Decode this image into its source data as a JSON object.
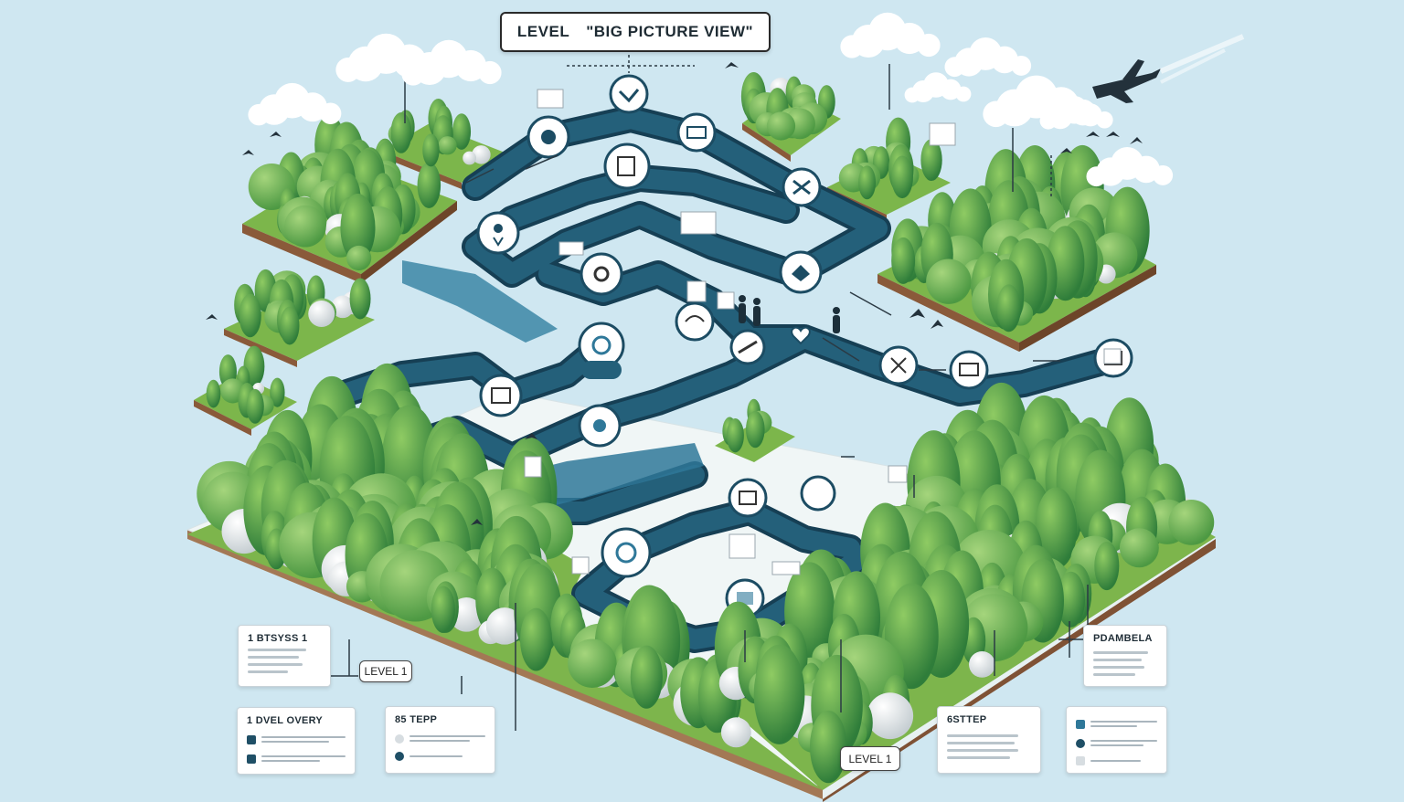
{
  "title": {
    "label_a": "LEVEL",
    "label_b": "\"BIG PICTURE VIEW\""
  },
  "level_badges": [
    {
      "label": "LEVEL 1"
    },
    {
      "label": "LEVEL 1"
    }
  ],
  "cards": {
    "left_top": {
      "heading": "1 BTSYSS 1"
    },
    "left_bottom": {
      "heading": "1 DVEL OVERY"
    },
    "center_left": {
      "heading": "85 TEPP"
    },
    "center_right": {
      "heading": "6STTEP"
    },
    "right_top": {
      "heading": "PDAMBELA"
    }
  },
  "colors": {
    "sky": "#cfe7f1",
    "path": "#1c4c63",
    "grass": "#6fae3f",
    "soil": "#9b6a44",
    "tree_dark": "#2f7d3a",
    "tree_light": "#5fa84e",
    "node": "#ffffff"
  },
  "icons": [
    "cloud-icon",
    "airplane-icon",
    "bird-icon",
    "tree-icon",
    "path-node-icon",
    "heart-icon",
    "person-icon"
  ]
}
